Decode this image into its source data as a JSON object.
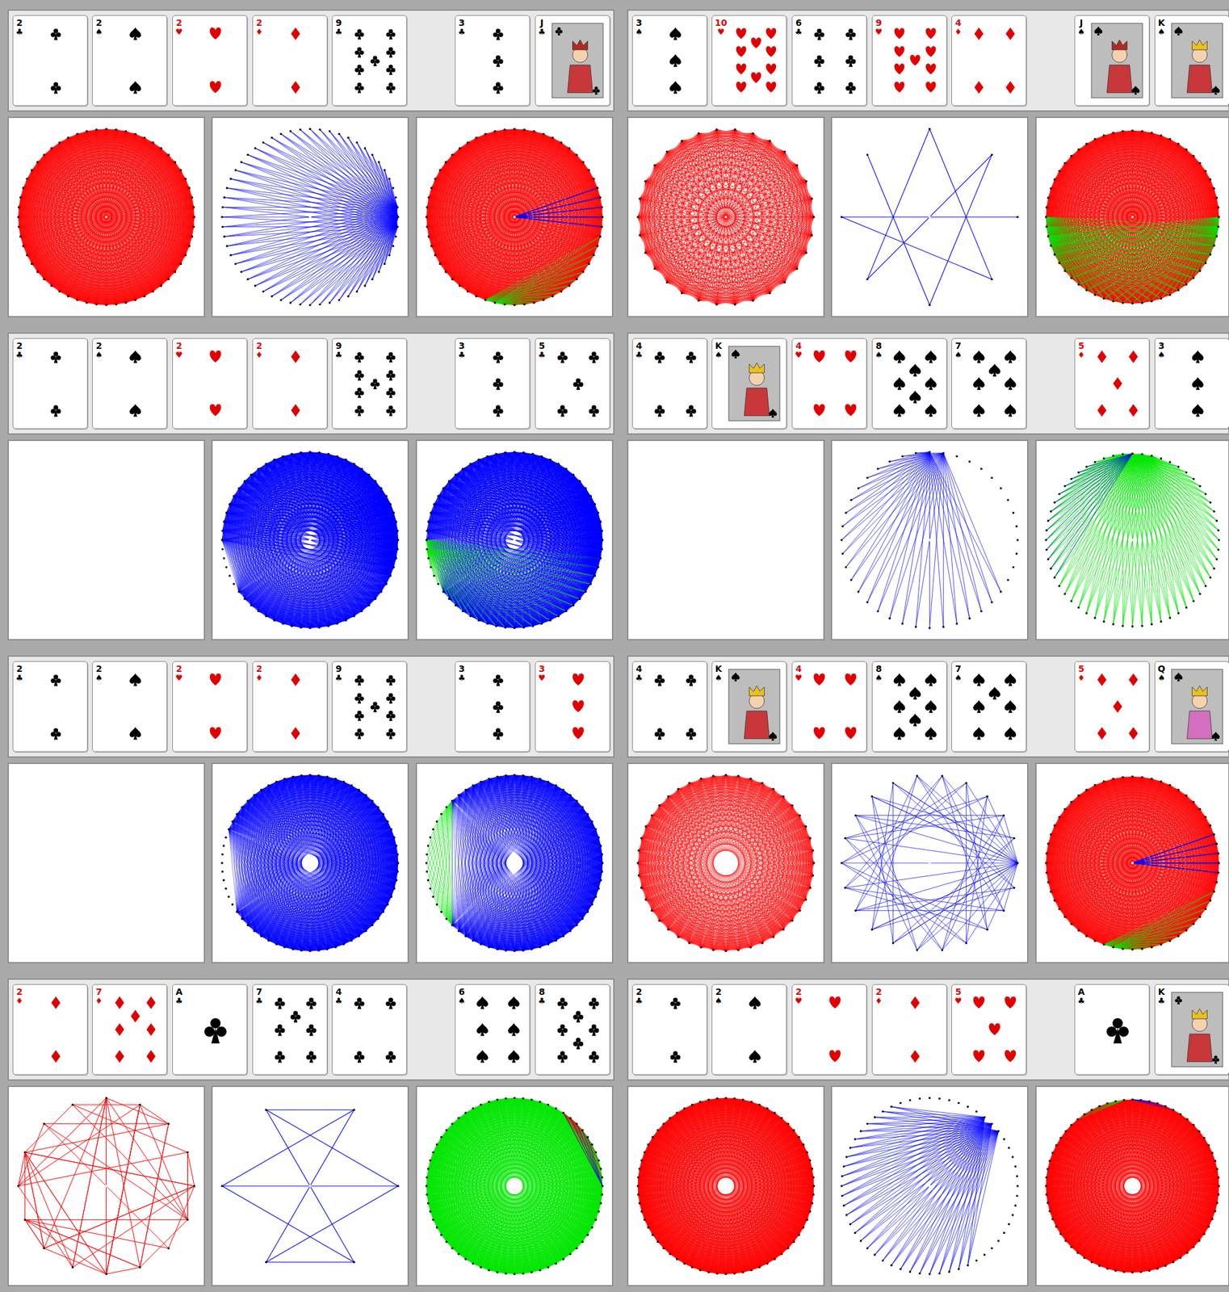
{
  "diagram": {
    "nodes": [
      {
        "text": [
          "2",
          "♣"
        ]
      },
      {
        "text": [
          "2",
          "♠"
        ]
      },
      {
        "text": [
          "2",
          "♥"
        ]
      },
      {
        "text": [
          "2",
          "♦"
        ]
      },
      {
        "text": [
          "9",
          "♣"
        ]
      },
      {
        "text": [
          "3",
          "♣"
        ]
      },
      {
        "text": [
          "J",
          "♣"
        ]
      },
      {
        "text": [
          "3",
          "♠"
        ]
      },
      {
        "text": [
          "10",
          "♥"
        ]
      },
      {
        "text": [
          "6",
          "♣"
        ]
      },
      {
        "text": [
          "9",
          "♥"
        ]
      },
      {
        "text": [
          "4",
          "♦"
        ]
      },
      {
        "text": [
          "J",
          "♠"
        ]
      },
      {
        "text": [
          "K",
          "♠"
        ]
      },
      {
        "text": [
          "2",
          "♣"
        ]
      },
      {
        "text": [
          "2",
          "♠"
        ]
      },
      {
        "text": [
          "2",
          "♥"
        ]
      },
      {
        "text": [
          "2",
          "♦"
        ]
      },
      {
        "text": [
          "9",
          "♣"
        ]
      },
      {
        "text": [
          "3",
          "♣"
        ]
      },
      {
        "text": [
          "5",
          "♣"
        ]
      },
      {
        "text": [
          "4",
          "♣"
        ]
      },
      {
        "text": [
          "K",
          "♠"
        ]
      },
      {
        "text": [
          "4",
          "♥"
        ]
      },
      {
        "text": [
          "8",
          "♠"
        ]
      },
      {
        "text": [
          "7",
          "♠"
        ]
      },
      {
        "text": [
          "5",
          "♦"
        ]
      },
      {
        "text": [
          "3",
          "♠"
        ]
      },
      {
        "text": [
          "2",
          "♣"
        ]
      },
      {
        "text": [
          "2",
          "♠"
        ]
      },
      {
        "text": [
          "2",
          "♥"
        ]
      },
      {
        "text": [
          "2",
          "♦"
        ]
      },
      {
        "text": [
          "9",
          "♣"
        ]
      },
      {
        "text": [
          "3",
          "♣"
        ]
      },
      {
        "text": [
          "3",
          "♥"
        ]
      },
      {
        "text": [
          "4",
          "♣"
        ]
      },
      {
        "text": [
          "K",
          "♠"
        ]
      },
      {
        "text": [
          "4",
          "♥"
        ]
      },
      {
        "text": [
          "8",
          "♠"
        ]
      },
      {
        "text": [
          "7",
          "♠"
        ]
      },
      {
        "text": [
          "5",
          "♦"
        ]
      },
      {
        "text": [
          "Q",
          "♠"
        ]
      },
      {
        "text": [
          "2",
          "♦"
        ]
      },
      {
        "text": [
          "7",
          "♦"
        ]
      },
      {
        "text": [
          "A",
          "♣"
        ]
      },
      {
        "text": [
          "7",
          "♣"
        ]
      },
      {
        "text": [
          "4",
          "♣"
        ]
      },
      {
        "text": [
          "6",
          "♠"
        ]
      },
      {
        "text": [
          "8",
          "♣"
        ]
      },
      {
        "text": [
          "2",
          "♣"
        ]
      },
      {
        "text": [
          "2",
          "♠"
        ]
      },
      {
        "text": [
          "2",
          "♥"
        ]
      },
      {
        "text": [
          "2",
          "♦"
        ]
      },
      {
        "text": [
          "5",
          "♥"
        ]
      },
      {
        "text": [
          "A",
          "♣"
        ]
      },
      {
        "text": [
          "K",
          "♣"
        ]
      }
    ]
  }
}
